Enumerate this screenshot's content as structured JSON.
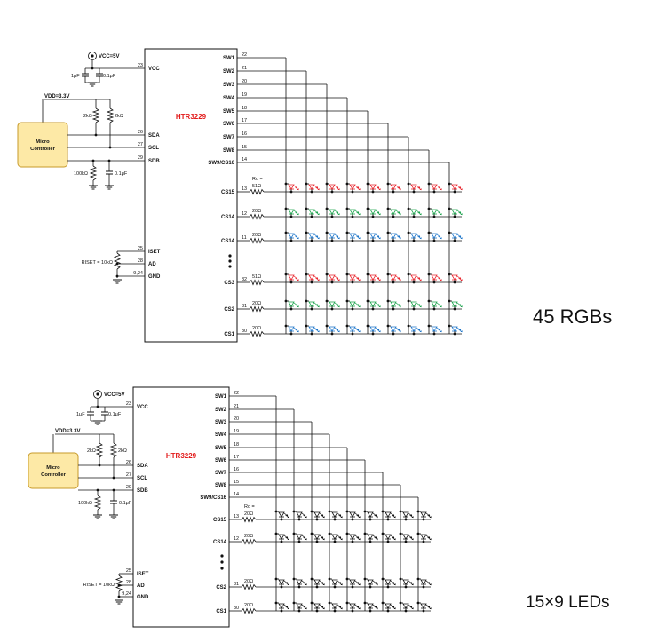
{
  "diagrams": [
    {
      "id": "top",
      "caption": "45 RGBs",
      "chip_name": "HTR3229",
      "vcc_label": "VCC=5V",
      "vdd_label": "VDD=3.3V",
      "mc_line1": "Micro",
      "mc_line2": "Controller",
      "left_pins": [
        {
          "label": "VCC",
          "num": "23"
        },
        {
          "label": "SDA",
          "num": "26"
        },
        {
          "label": "SCL",
          "num": "27"
        },
        {
          "label": "SDB",
          "num": "29"
        },
        {
          "label": "ISET",
          "num": "25"
        },
        {
          "label": "AD",
          "num": "28"
        },
        {
          "label": "GND",
          "num": "9,24"
        }
      ],
      "sw_pins": [
        {
          "label": "SW1",
          "num": "22"
        },
        {
          "label": "SW2",
          "num": "21"
        },
        {
          "label": "SW3",
          "num": "20"
        },
        {
          "label": "SW4",
          "num": "19"
        },
        {
          "label": "SW5",
          "num": "18"
        },
        {
          "label": "SW6",
          "num": "17"
        },
        {
          "label": "SW7",
          "num": "16"
        },
        {
          "label": "SW8",
          "num": "15"
        },
        {
          "label": "SW9/CS16",
          "num": "14"
        }
      ],
      "cs_rows": [
        {
          "label": "CS15",
          "num": "13",
          "res": "51Ω",
          "color": "red"
        },
        {
          "label": "CS14",
          "num": "12",
          "res": "20Ω",
          "color": "green"
        },
        {
          "label": "CS14",
          "num": "11",
          "res": "20Ω",
          "color": "blue"
        },
        {
          "label": "CS3",
          "num": "32",
          "res": "51Ω",
          "color": "red"
        },
        {
          "label": "CS2",
          "num": "31",
          "res": "20Ω",
          "color": "green"
        },
        {
          "label": "CS1",
          "num": "30",
          "res": "20Ω",
          "color": "blue"
        }
      ],
      "ro_label": "Ro =",
      "cap1": "1μF",
      "cap2": "0.1μF",
      "cap3": "0.1μF",
      "r_pull1": "2kΩ",
      "r_pull2": "2kΩ",
      "r_sdb": "100kΩ",
      "r_iset": "RISET = 10kΩ"
    },
    {
      "id": "bottom",
      "caption": "15×9 LEDs",
      "chip_name": "HTR3229",
      "vcc_label": "VCC=5V",
      "vdd_label": "VDD=3.3V",
      "mc_line1": "Micro",
      "mc_line2": "Controller",
      "left_pins": [
        {
          "label": "VCC",
          "num": "23"
        },
        {
          "label": "SDA",
          "num": "26"
        },
        {
          "label": "SCL",
          "num": "27"
        },
        {
          "label": "SDB",
          "num": "29"
        },
        {
          "label": "ISET",
          "num": "25"
        },
        {
          "label": "AD",
          "num": "28"
        },
        {
          "label": "GND",
          "num": "9,24"
        }
      ],
      "sw_pins": [
        {
          "label": "SW1",
          "num": "22"
        },
        {
          "label": "SW2",
          "num": "21"
        },
        {
          "label": "SW3",
          "num": "20"
        },
        {
          "label": "SW4",
          "num": "19"
        },
        {
          "label": "SW5",
          "num": "18"
        },
        {
          "label": "SW6",
          "num": "17"
        },
        {
          "label": "SW7",
          "num": "16"
        },
        {
          "label": "SW8",
          "num": "15"
        },
        {
          "label": "SW9/CS16",
          "num": "14"
        }
      ],
      "cs_rows": [
        {
          "label": "CS15",
          "num": "13",
          "res": "20Ω",
          "color": "black"
        },
        {
          "label": "CS14",
          "num": "12",
          "res": "20Ω",
          "color": "black"
        },
        {
          "label": "CS2",
          "num": "31",
          "res": "20Ω",
          "color": "black"
        },
        {
          "label": "CS1",
          "num": "30",
          "res": "20Ω",
          "color": "black"
        }
      ],
      "ro_label": "Ro =",
      "cap1": "1μF",
      "cap2": "0.1μF",
      "cap3": "0.1μF",
      "r_pull1": "2kΩ",
      "r_pull2": "2kΩ",
      "r_sdb": "100kΩ",
      "r_iset": "RISET = 10kΩ"
    }
  ],
  "colors": {
    "red": "#e8232b",
    "green": "#18a24a",
    "blue": "#1b74c9",
    "black": "#111111",
    "chip_label": "#e21b1b",
    "mc_fill": "#fde9a6",
    "mc_stroke": "#c79a2a"
  }
}
